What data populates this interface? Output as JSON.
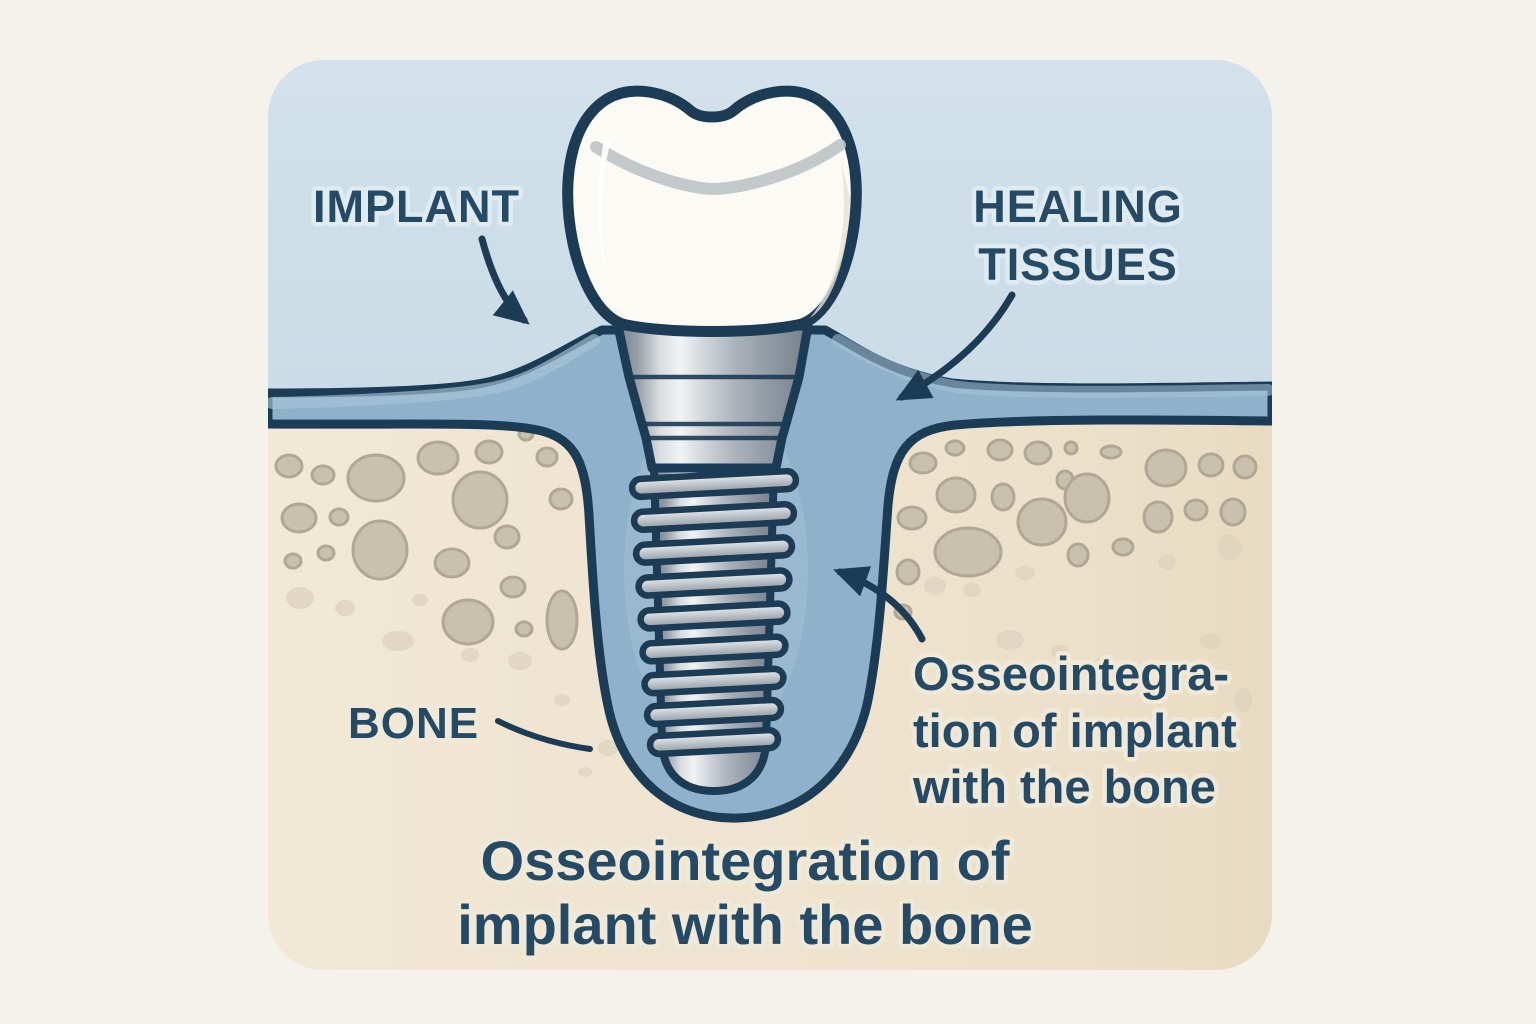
{
  "diagram": {
    "type": "dental-implant-osseointegration-illustration",
    "labels": {
      "implant": "IMPLANT",
      "healing_tissues": {
        "line1": "HEALING",
        "line2": "TISSUES"
      },
      "bone": "BONE",
      "osseointegration_note": {
        "line1": "Osseointegra-",
        "line2": "tion of implant",
        "line3": "with the bone"
      }
    },
    "caption": {
      "line1": "Osseointegration of",
      "line2": "implant with the bone"
    },
    "colors": {
      "page_background": "#f5f2ec",
      "sky": "#cedfe9",
      "healing_tissue": "#8fb1ca",
      "bone": "#eee4cf",
      "bone_spot": "#c9c0ae",
      "outline_navy": "#1c3b55",
      "text_navy": "#254a66",
      "implant_metal": "#b6bdc4",
      "crown_white": "#fbfaf5"
    }
  }
}
